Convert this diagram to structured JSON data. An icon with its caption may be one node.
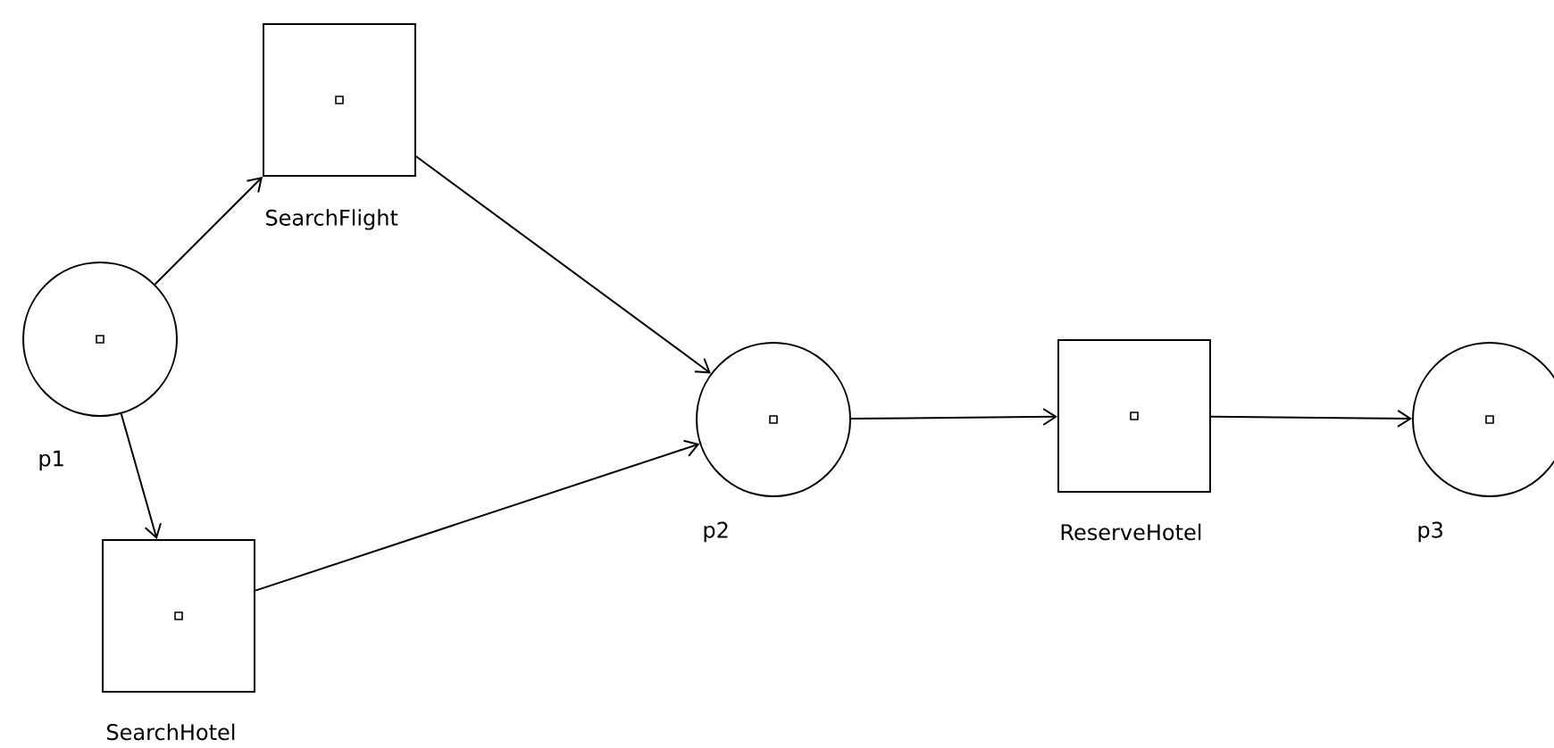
{
  "diagram": {
    "nodes": [
      {
        "text": [
          "p1"
        ]
      },
      {
        "text": [
          "SearchFlight"
        ]
      },
      {
        "text": [
          "SearchHotel"
        ]
      },
      {
        "text": [
          "p2"
        ]
      },
      {
        "text": [
          "ReserveHotel"
        ]
      },
      {
        "text": [
          "p3"
        ]
      }
    ],
    "edges": [
      {
        "from": 0,
        "to": 1,
        "arrow": "to"
      },
      {
        "from": 0,
        "to": 2,
        "arrow": "to"
      },
      {
        "from": 1,
        "to": 3,
        "arrow": "to"
      },
      {
        "from": 2,
        "to": 3,
        "arrow": "to"
      },
      {
        "from": 3,
        "to": 4,
        "arrow": "to"
      },
      {
        "from": 4,
        "to": 5,
        "arrow": "to"
      }
    ]
  }
}
